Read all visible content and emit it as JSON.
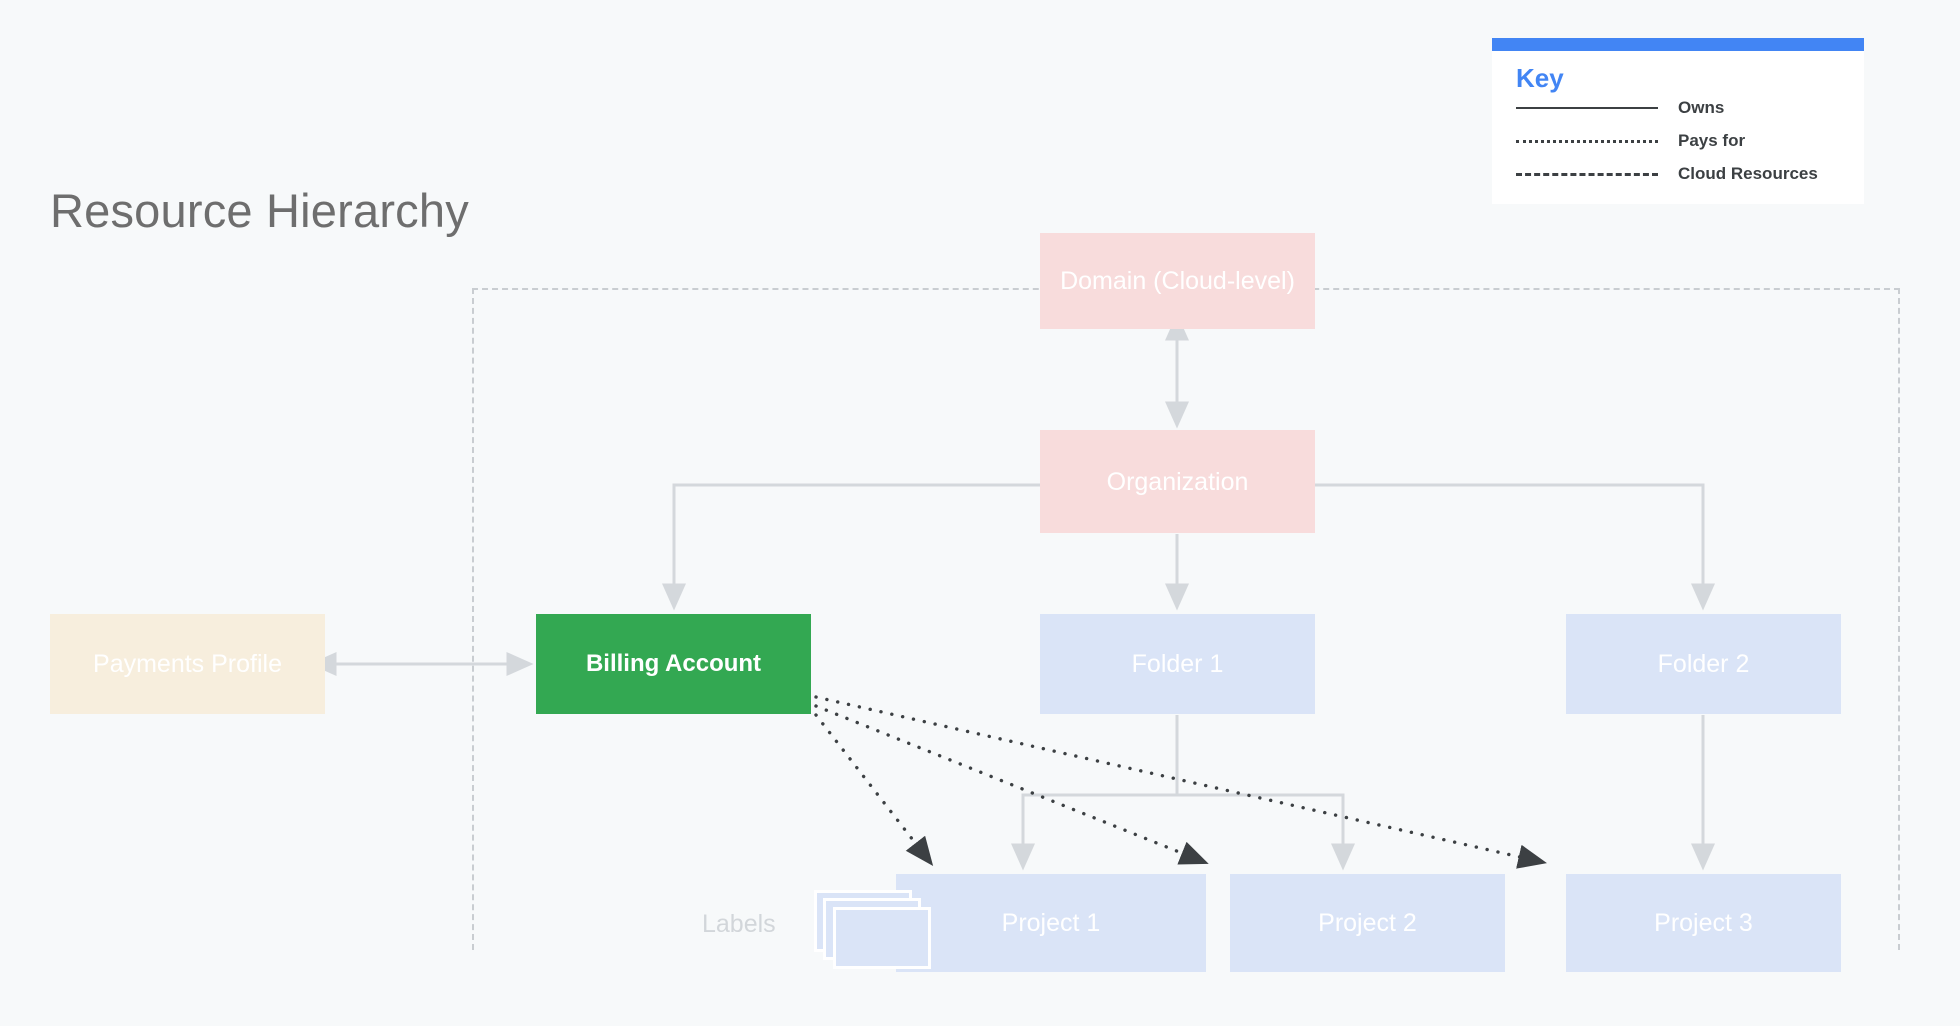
{
  "page": {
    "title": "Resource Hierarchy",
    "background_color": "#f7f9fa"
  },
  "key": {
    "heading": "Key",
    "accent_color": "#4285f4",
    "items": [
      {
        "style": "solid",
        "label": "Owns"
      },
      {
        "style": "dotted",
        "label": "Pays for"
      },
      {
        "style": "dashed",
        "label": "Cloud Resources"
      }
    ]
  },
  "diagram_data": {
    "type": "diagram",
    "nodes": [
      {
        "id": "domain",
        "label": "Domain (Cloud-level)",
        "color": "#f8dcdc",
        "text_color": "#ffffff",
        "category": "identity"
      },
      {
        "id": "organization",
        "label": "Organization",
        "color": "#f8dcdc",
        "text_color": "#ffffff",
        "category": "identity"
      },
      {
        "id": "payments",
        "label": "Payments Profile",
        "color": "#f7eedd",
        "text_color": "#ffffff",
        "category": "billing"
      },
      {
        "id": "billing",
        "label": "Billing Account",
        "color": "#33a852",
        "text_color": "#ffffff",
        "category": "billing"
      },
      {
        "id": "folder1",
        "label": "Folder 1",
        "color": "#dae4f7",
        "text_color": "#ffffff",
        "category": "resource"
      },
      {
        "id": "folder2",
        "label": "Folder 2",
        "color": "#dae4f7",
        "text_color": "#ffffff",
        "category": "resource"
      },
      {
        "id": "project1",
        "label": "Project 1",
        "color": "#dae4f7",
        "text_color": "#ffffff",
        "category": "resource"
      },
      {
        "id": "project2",
        "label": "Project 2",
        "color": "#dae4f7",
        "text_color": "#ffffff",
        "category": "resource"
      },
      {
        "id": "project3",
        "label": "Project 3",
        "color": "#dae4f7",
        "text_color": "#ffffff",
        "category": "resource"
      }
    ],
    "edges": [
      {
        "from": "domain",
        "to": "organization",
        "style": "solid",
        "relation": "Owns",
        "bidirectional": true
      },
      {
        "from": "payments",
        "to": "billing",
        "style": "solid",
        "relation": "Owns",
        "bidirectional": true
      },
      {
        "from": "organization",
        "to": "billing",
        "style": "solid",
        "relation": "Owns"
      },
      {
        "from": "organization",
        "to": "folder1",
        "style": "solid",
        "relation": "Owns"
      },
      {
        "from": "organization",
        "to": "folder2",
        "style": "solid",
        "relation": "Owns"
      },
      {
        "from": "folder1",
        "to": "project1",
        "style": "solid",
        "relation": "Owns"
      },
      {
        "from": "folder1",
        "to": "project2",
        "style": "solid",
        "relation": "Owns"
      },
      {
        "from": "folder2",
        "to": "project3",
        "style": "solid",
        "relation": "Owns"
      },
      {
        "from": "billing",
        "to": "project1",
        "style": "dotted",
        "relation": "Pays for"
      },
      {
        "from": "billing",
        "to": "project2",
        "style": "dotted",
        "relation": "Pays for"
      },
      {
        "from": "billing",
        "to": "project3",
        "style": "dotted",
        "relation": "Pays for"
      }
    ],
    "boundary": {
      "style": "dashed",
      "relation": "Cloud Resources",
      "color": "#c9cdd1"
    },
    "annotations": [
      {
        "id": "labels",
        "label": "Labels",
        "attached_to": "project1",
        "icon": "stacked-cards"
      }
    ]
  },
  "labels_annotation": {
    "text": "Labels"
  }
}
